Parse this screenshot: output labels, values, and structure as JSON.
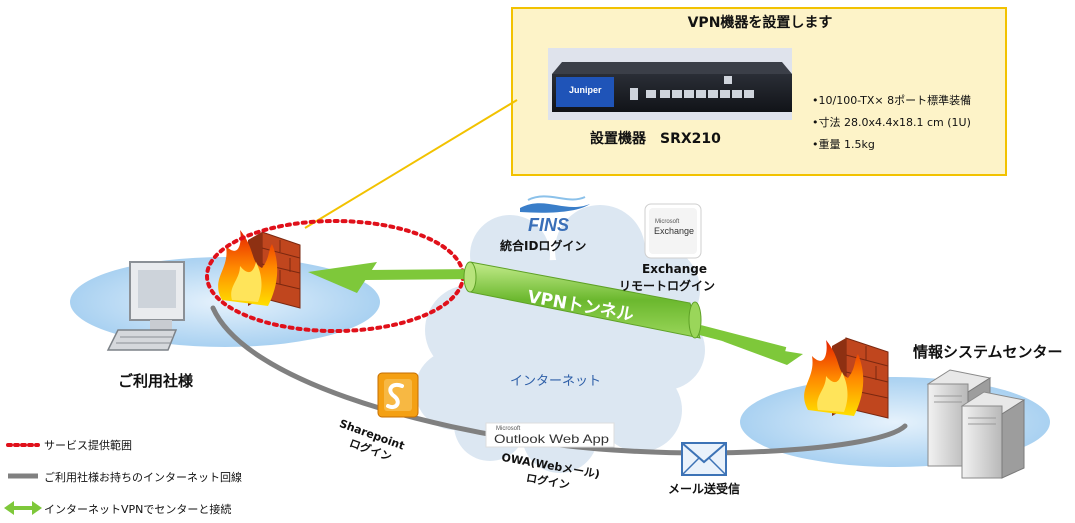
{
  "device_box": {
    "title": "VPN機器を設置します",
    "caption": "設置機器　SRX210",
    "device_brand": "Juniper",
    "specs": [
      "•10/100-TX× 8ポート標準装備",
      "•寸法 28.0x4.4x18.1  cm (1U)",
      "•重量 1.5kg"
    ]
  },
  "nodes": {
    "customer": "ご利用社様",
    "center": "情報システムセンター",
    "internet": "インターネット"
  },
  "services": {
    "fins_logo": "FINS",
    "fins_label": "統合IDログイン",
    "exchange_logo_small": "Microsoft",
    "exchange_logo": "Exchange",
    "exchange_label_1": "Exchange",
    "exchange_label_2": "リモートログイン",
    "sharepoint_label_1": "Sharepoint",
    "sharepoint_label_2": "ログイン",
    "owa_logo_small": "Microsoft",
    "owa_logo": "Outlook Web App",
    "owa_label_1": "OWA(Webメール)",
    "owa_label_2": "ログイン",
    "mail_label": "メール送受信"
  },
  "tunnel_label": "VPNトンネル",
  "legend": [
    {
      "label": "サービス提供範囲",
      "style": "dotted-red"
    },
    {
      "label": "ご利用社様お持ちのインターネット回線",
      "style": "gray-line"
    },
    {
      "label": "インターネットVPNでセンターと接続",
      "style": "green-arrow"
    }
  ],
  "colors": {
    "box_border": "#f2c200",
    "box_fill": "#fdf3c8",
    "tunnel_green": "#7ec83a",
    "service_red": "#e0101a",
    "line_gray": "#808080",
    "ellipse_blue": "#bcdcf4",
    "cloud": "#dce7f2"
  }
}
